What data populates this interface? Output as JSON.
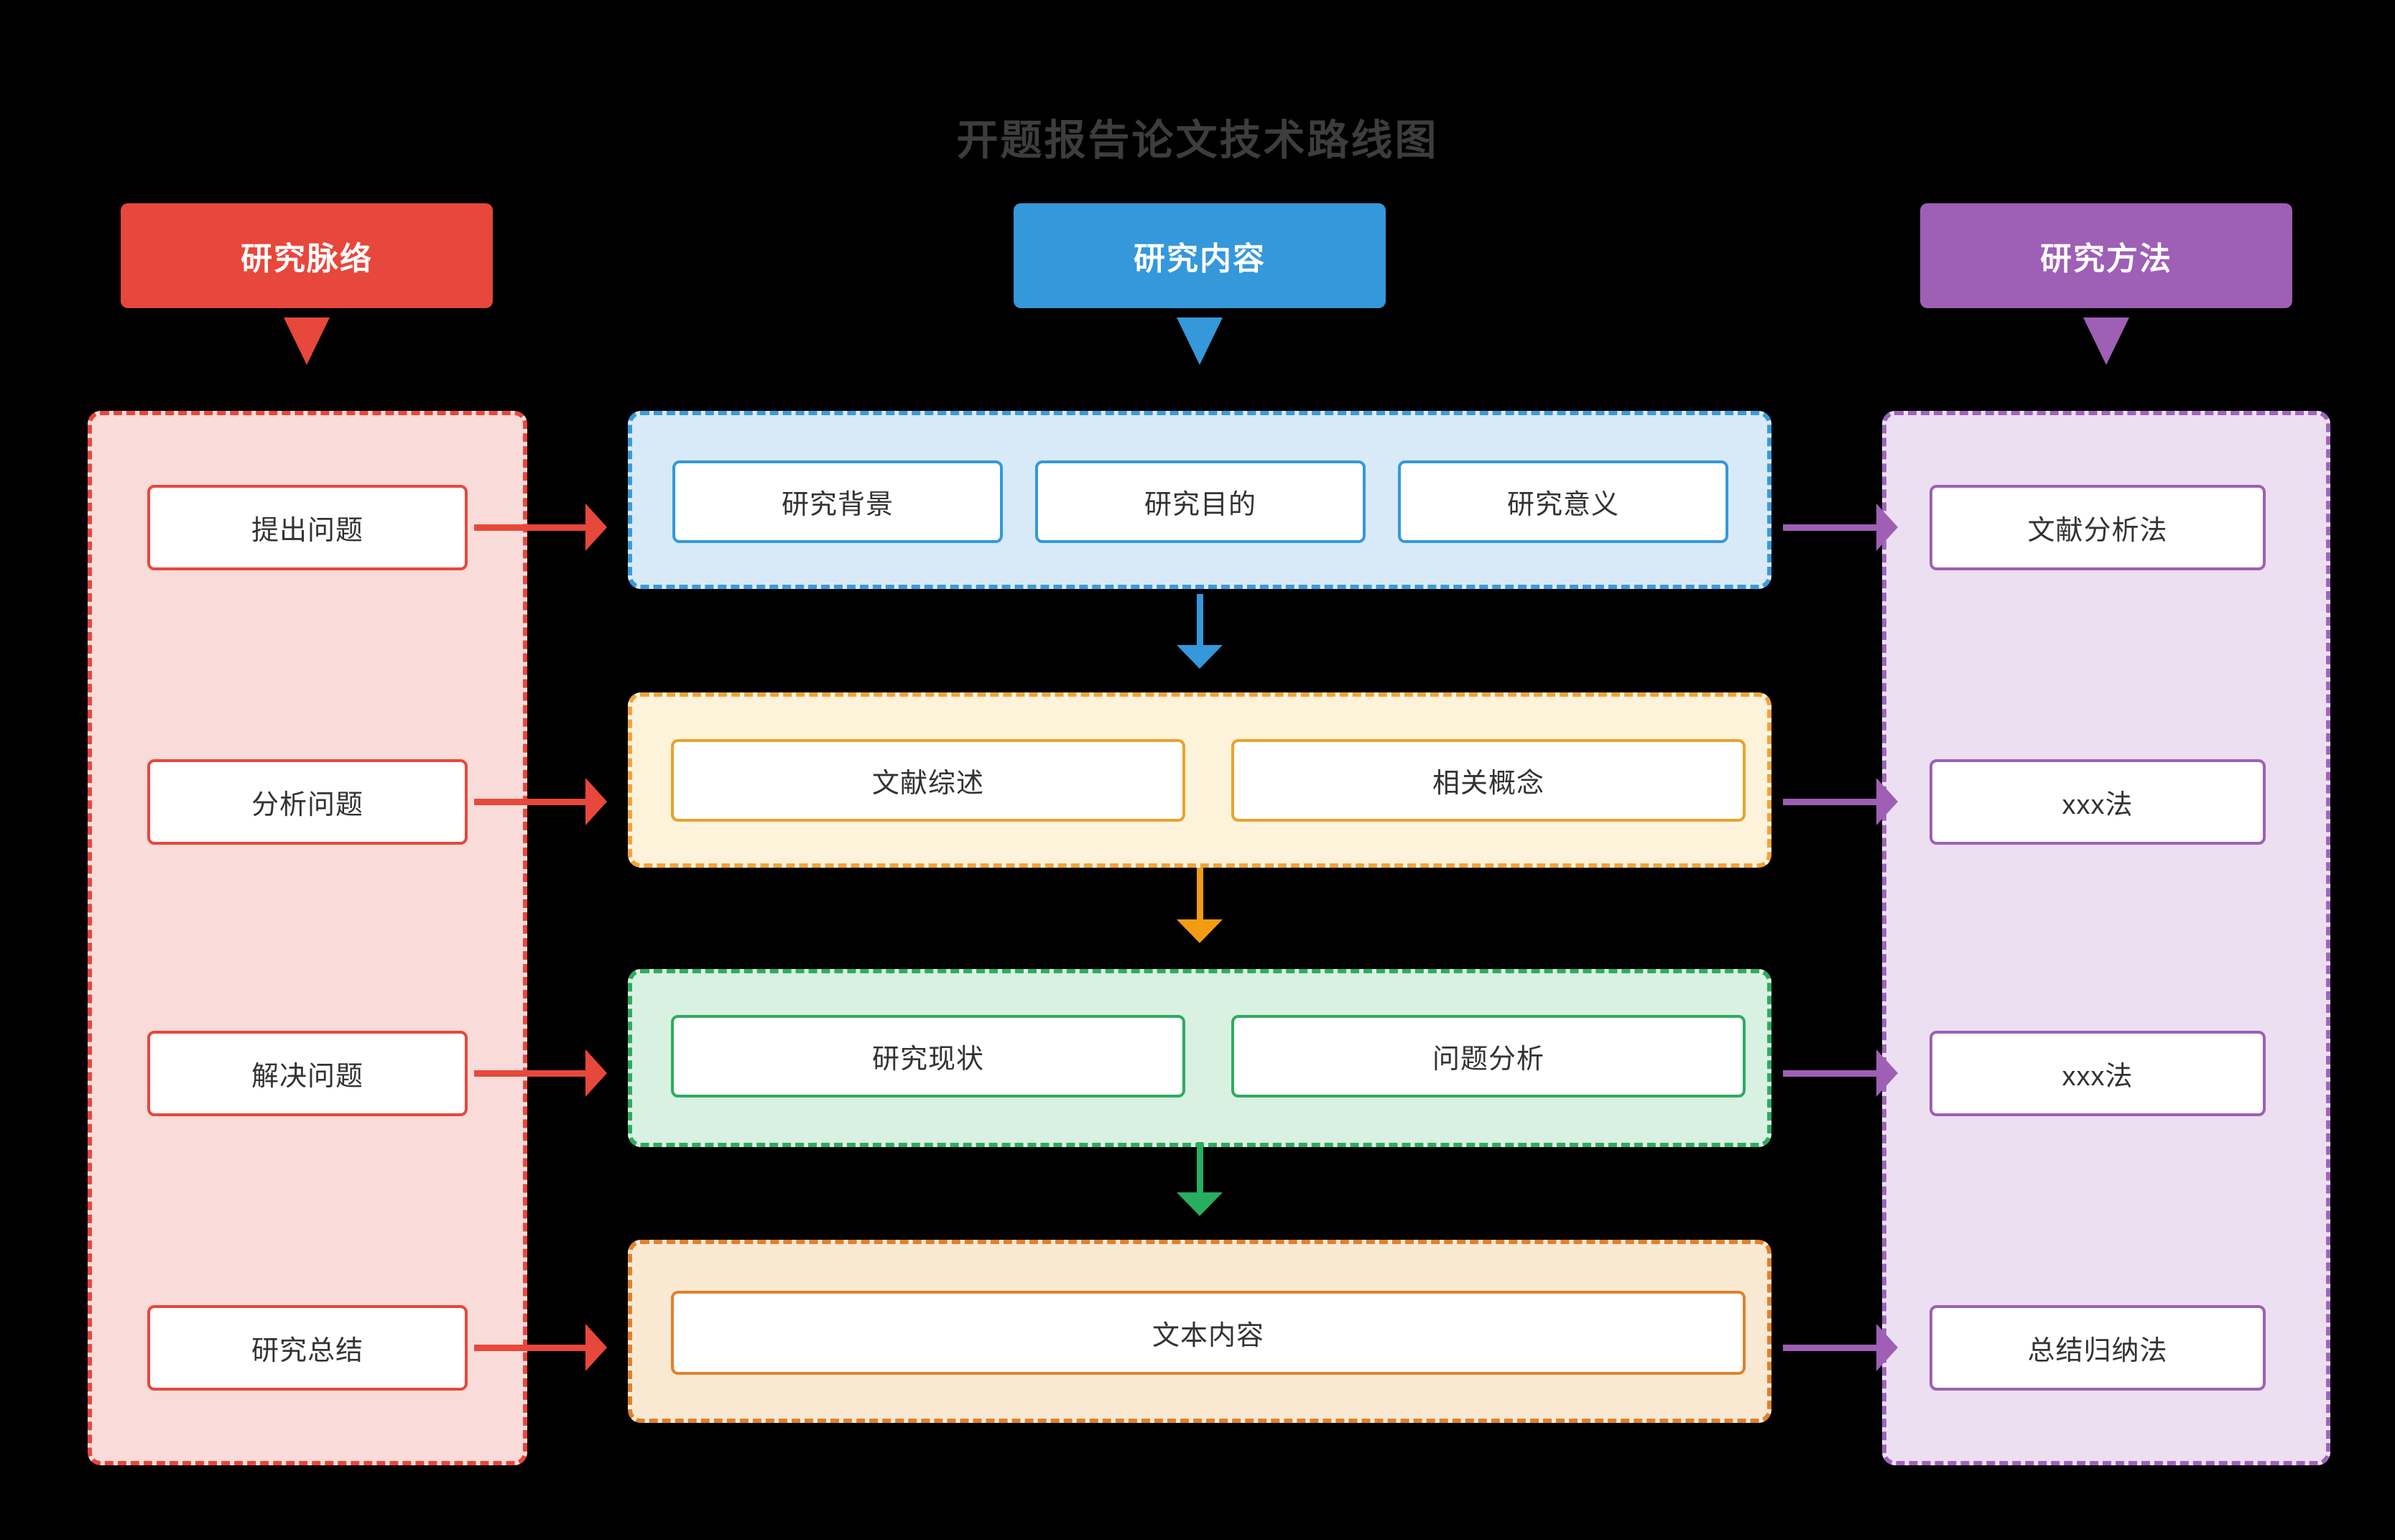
{
  "title": "开题报告论文技术路线图",
  "headers": {
    "left": "研究脉络",
    "middle": "研究内容",
    "right": "研究方法"
  },
  "left_column": {
    "items": [
      "提出问题",
      "分析问题",
      "解决问题",
      "研究总结"
    ]
  },
  "middle_column": {
    "sections": [
      {
        "boxes": [
          "研究背景",
          "研究目的",
          "研究意义"
        ]
      },
      {
        "boxes": [
          "文献综述",
          "相关概念"
        ]
      },
      {
        "boxes": [
          "研究现状",
          "问题分析"
        ]
      },
      {
        "boxes": [
          "文本内容"
        ]
      }
    ]
  },
  "right_column": {
    "items": [
      "文献分析法",
      "xxx法",
      "xxx法",
      "总结归纳法"
    ]
  },
  "colors": {
    "background": "#000000",
    "title_text": "#3d3d3d",
    "node_text": "#333333",
    "red": "#e8473b",
    "red_fill": "#f9dbd9",
    "blue": "#3498db",
    "blue_fill": "#d8eaf8",
    "amber": "#f2a33b",
    "amber_fill": "#fcf3da",
    "green": "#2eac5f",
    "green_fill": "#d9f1e1",
    "dark_orange": "#e0812c",
    "dark_orange_fill": "#fae9d2",
    "purple": "#9e5fb5",
    "purple_fill": "#ecdff2",
    "vertical_arrows": [
      "#3498db",
      "#f39c12",
      "#27ae60"
    ]
  }
}
